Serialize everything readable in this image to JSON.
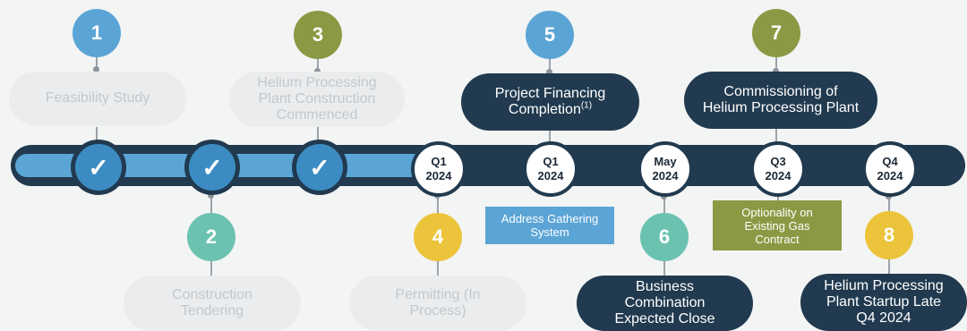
{
  "colors": {
    "bar_dark": "#213a4f",
    "bar_light": "#5ba5d6",
    "step_blue": "#5ba5d6",
    "step_olive": "#8a9a44",
    "step_teal": "#6cc2b0",
    "step_yellow": "#ecc43b"
  },
  "milestones": {
    "m1": {
      "number": "1",
      "label": "Feasibility Study",
      "status_icon": "checkmark"
    },
    "m2": {
      "number": "2",
      "label": "Construction Tendering",
      "status_icon": "checkmark"
    },
    "m3": {
      "number": "3",
      "label": "Helium Processing Plant Construction Commenced",
      "status_icon": "checkmark"
    },
    "m4": {
      "number": "4",
      "label": "Permitting (In Process)",
      "date_line1": "Q1",
      "date_line2": "2024"
    },
    "m5": {
      "number": "5",
      "label": "Project Financing Completion",
      "footnote": "(1)",
      "date_line1": "Q1",
      "date_line2": "2024",
      "note": "Address Gathering System"
    },
    "m6": {
      "number": "6",
      "label": "Business Combination Expected Close",
      "date_line1": "May",
      "date_line2": "2024"
    },
    "m7": {
      "number": "7",
      "label": "Commissioning of Helium Processing Plant",
      "date_line1": "Q3",
      "date_line2": "2024",
      "note": "Optionality on Existing Gas Contract"
    },
    "m8": {
      "number": "8",
      "label": "Helium Processing Plant Startup Late Q4 2024",
      "date_line1": "Q4",
      "date_line2": "2024"
    }
  },
  "checkmark": "✓"
}
